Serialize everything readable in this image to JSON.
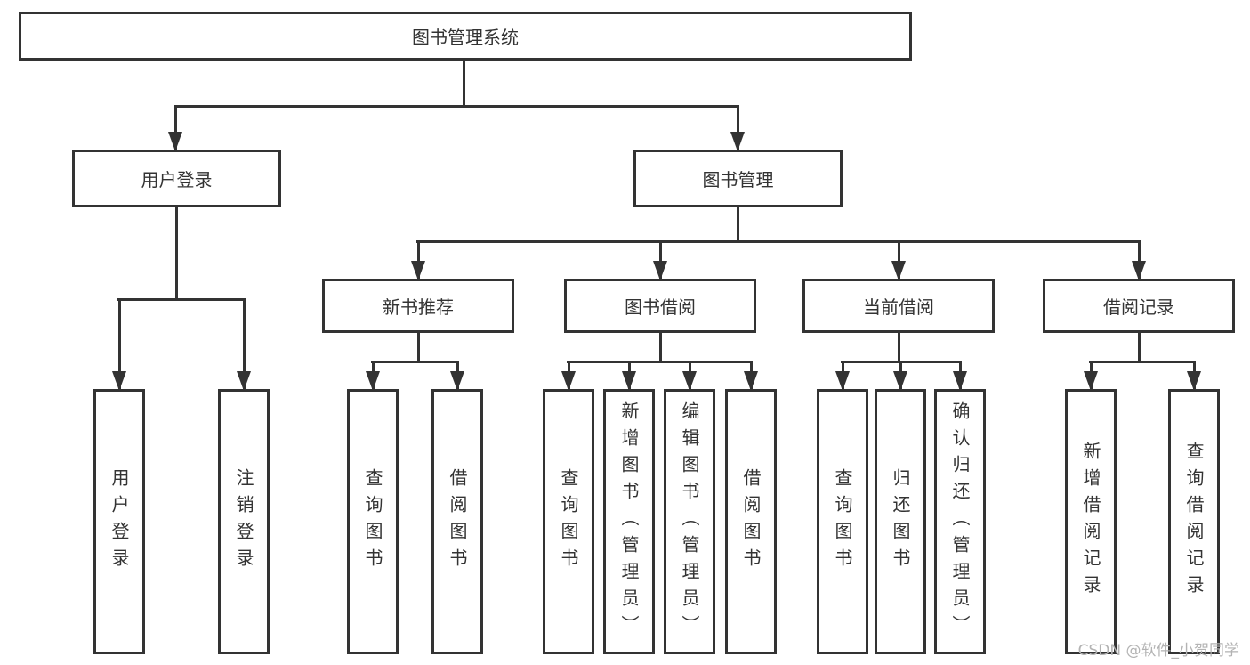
{
  "nodes": {
    "root": "图书管理系统",
    "user_login": "用户登录",
    "book_management": "图书管理",
    "new_book_recommend": "新书推荐",
    "book_borrow": "图书借阅",
    "current_borrow": "当前借阅",
    "borrow_records": "借阅记录",
    "leaf_user_login": "用户登录",
    "leaf_logout": "注销登录",
    "leaf_nb_query_books": "查询图书",
    "leaf_nb_borrow_books": "借阅图书",
    "leaf_bb_query_books": "查询图书",
    "leaf_bb_add_books_admin": "新增图书（管理员）",
    "leaf_bb_edit_books_admin": "编辑图书（管理员）",
    "leaf_bb_borrow_books": "借阅图书",
    "leaf_cb_query_books": "查询图书",
    "leaf_cb_return_books": "归还图书",
    "leaf_cb_confirm_return_admin": "确认归还（管理员）",
    "leaf_br_add_record": "新增借阅记录",
    "leaf_br_query_record": "查询借阅记录"
  },
  "colors": {
    "line": "#333333",
    "text": "#333333",
    "watermark": "#b3b3b3",
    "background": "#ffffff"
  },
  "watermark": "CSDN @软件_小贺同学"
}
